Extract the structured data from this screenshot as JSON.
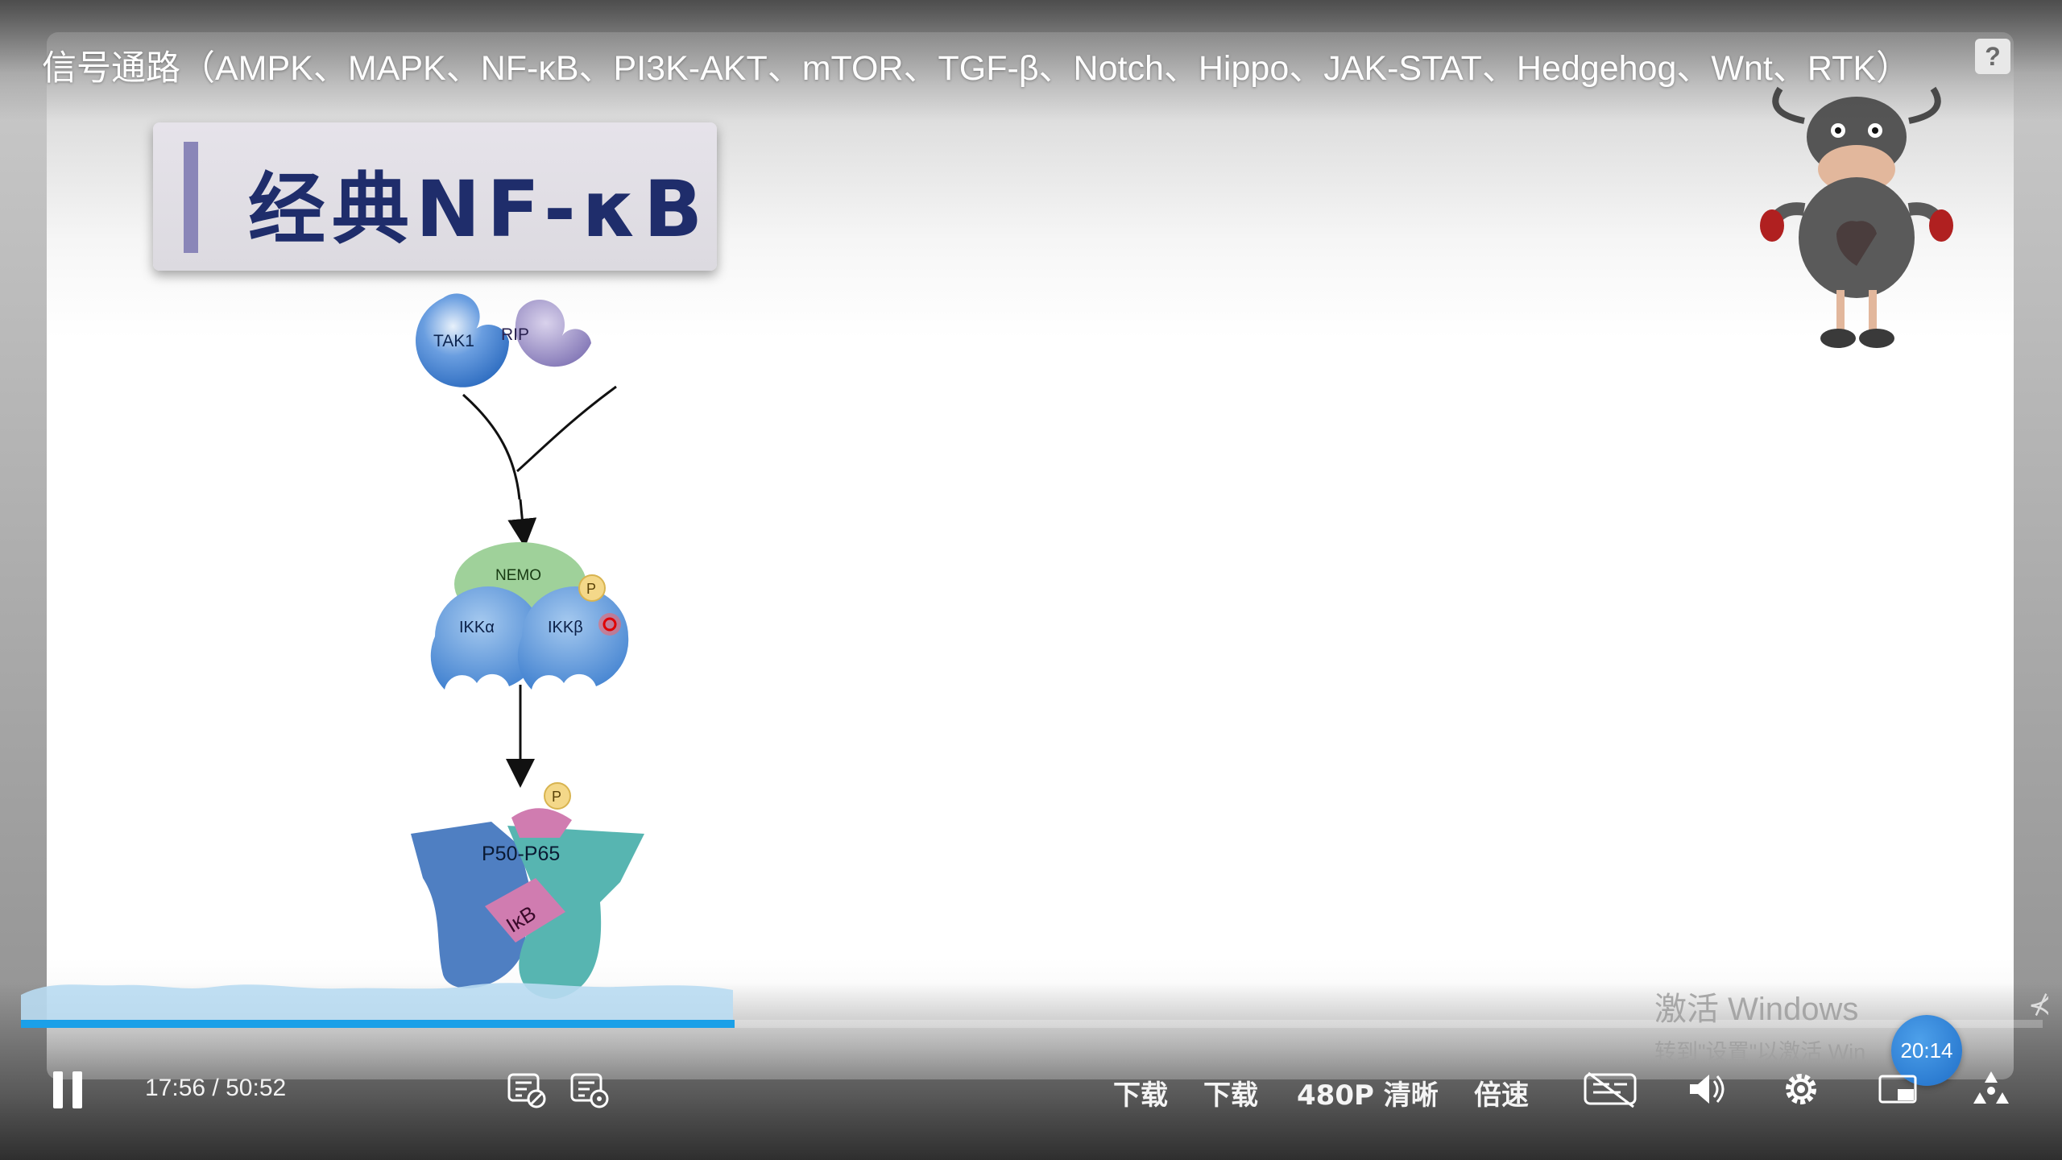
{
  "video": {
    "title": "信号通路（AMPK、MAPK、NF-κB、PI3K-AKT、mTOR、TGF-β、Notch、Hippo、JAK-STAT、Hedgehog、Wnt、RTK）",
    "help_label": "?"
  },
  "slide": {
    "title": "经典NF-κB",
    "diagram": {
      "tak1_label": "TAK1",
      "rip_label": "RIP",
      "nemo_label": "NEMO",
      "ikka_label": "IKKα",
      "ikkb_label": "IKKβ",
      "phospho_label": "P",
      "p50p65_label": "P50-P65",
      "ikb_label": "IκB"
    }
  },
  "player": {
    "current_time": "17:56",
    "separator": "/",
    "duration": "50:52",
    "progress_fraction": 0.353,
    "accent_color": "#1ba0e8",
    "buttons": {
      "download_1": "下载",
      "download_2": "下载",
      "quality": "480P 清晰",
      "speed": "倍速"
    },
    "icons": [
      "pause-icon",
      "danmaku-off-icon",
      "danmaku-settings-icon",
      "subtitle-icon",
      "volume-icon",
      "settings-icon",
      "picture-in-picture-icon",
      "fullscreen-icon"
    ]
  },
  "overlay": {
    "watermark_line1": "激活 Windows",
    "watermark_line2": "转到\"设置\"以激活 Win",
    "badge_time": "20:14",
    "side_handle": "⊀"
  }
}
